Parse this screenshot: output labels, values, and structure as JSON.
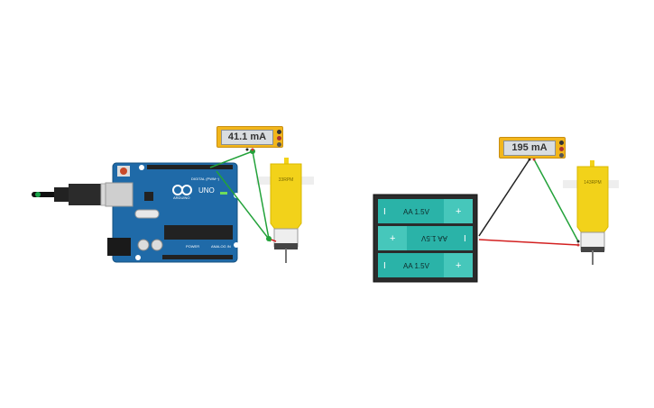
{
  "circuit1": {
    "meter_reading": "41.1 mA",
    "motor_rpm": "33RPM",
    "board": {
      "brand": "ARDUINO",
      "model": "UNO",
      "digital_label": "DIGITAL (PWM~)",
      "power_label": "POWER",
      "analog_label": "ANALOG IN"
    }
  },
  "circuit2": {
    "meter_reading": "195 mA",
    "motor_rpm": "143RPM",
    "batteries": [
      {
        "label": "AA 1.5V",
        "flipped": false
      },
      {
        "label": "AA 1.5V",
        "flipped": true
      },
      {
        "label": "AA 1.5V",
        "flipped": false
      }
    ]
  },
  "colors": {
    "wire_green": "#23a23a",
    "wire_red": "#d32020",
    "wire_black": "#222222",
    "board_blue": "#1f6aa8",
    "motor_yellow": "#f2d21a",
    "battery_teal": "#2ab3a8"
  }
}
